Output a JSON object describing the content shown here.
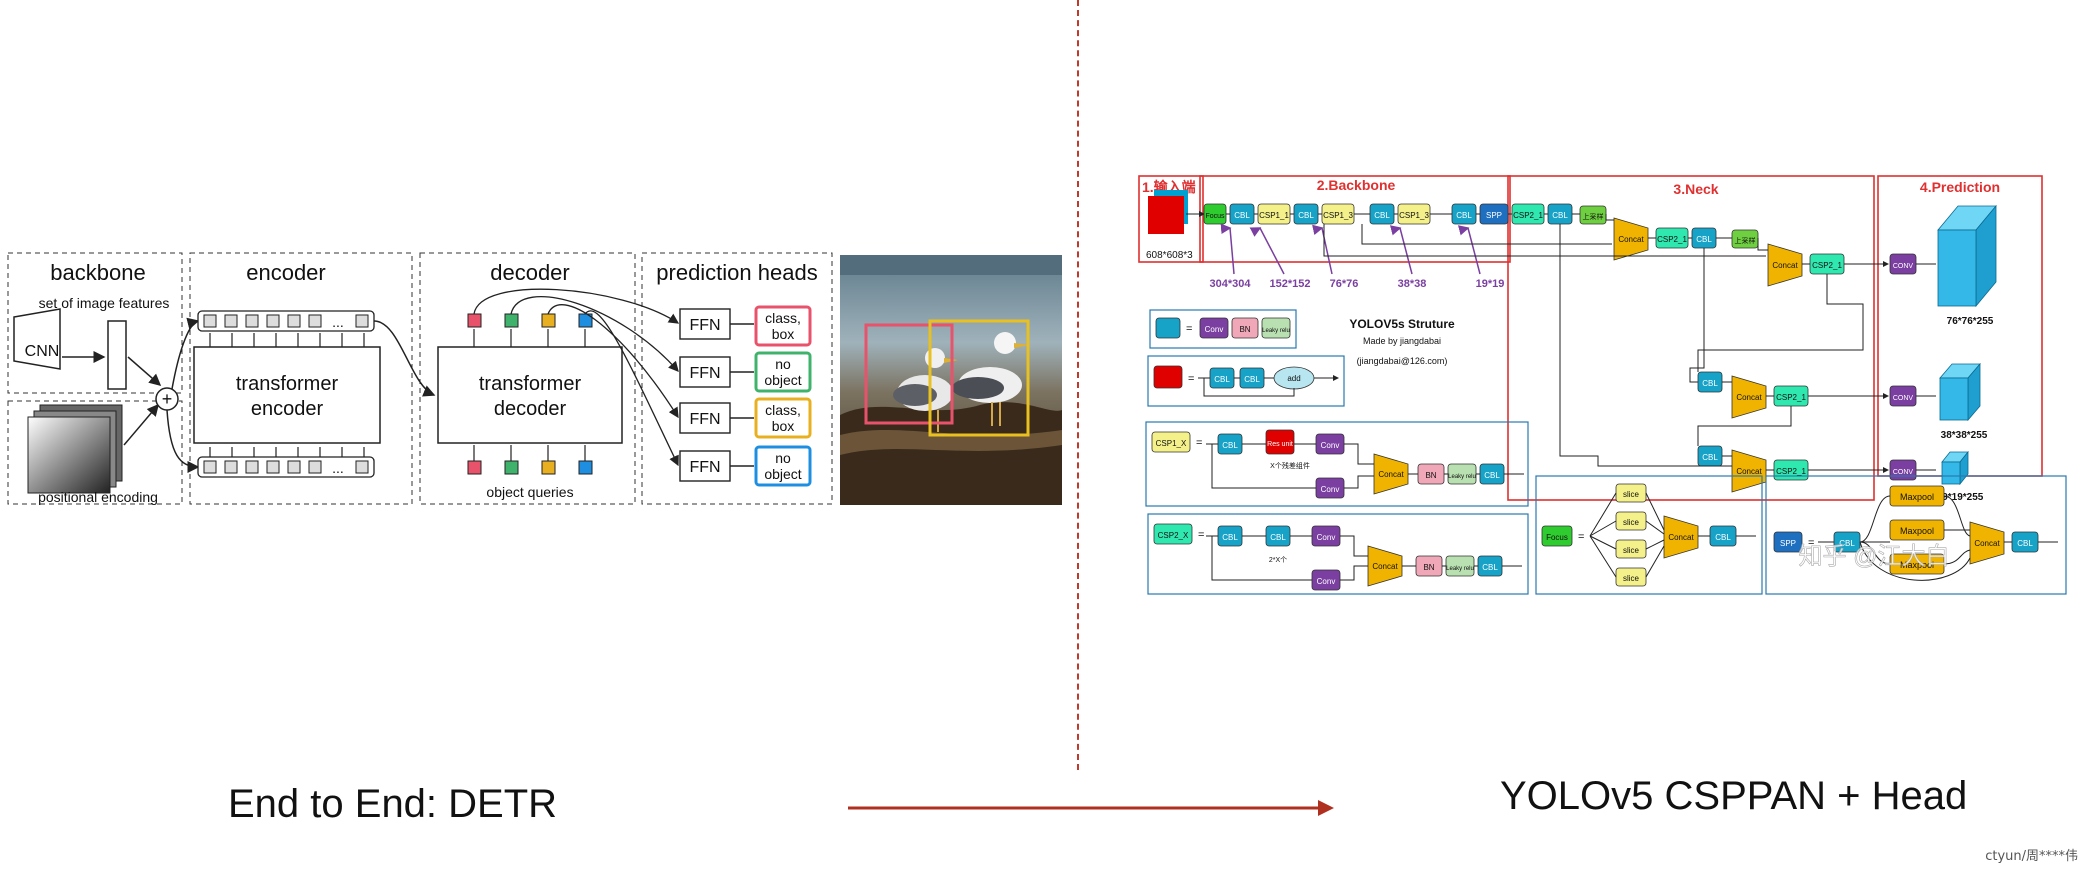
{
  "detr": {
    "sections": {
      "backbone": "backbone",
      "encoder": "encoder",
      "decoder": "decoder",
      "prediction_heads": "prediction heads"
    },
    "backbone": {
      "cnn": "CNN",
      "image_features": "set of image features",
      "positional_encoding": "positional encoding"
    },
    "encoder": {
      "line1": "transformer",
      "line2": "encoder",
      "ellipsis": "..."
    },
    "decoder": {
      "line1": "transformer",
      "line2": "decoder",
      "object_queries": "object queries"
    },
    "heads": {
      "ffn": "FFN",
      "outputs": [
        {
          "line1": "class,",
          "line2": "box",
          "color": "#e8526b"
        },
        {
          "line1": "no",
          "line2": "object",
          "color": "#3fb36b"
        },
        {
          "line1": "class,",
          "line2": "box",
          "color": "#e8b020"
        },
        {
          "line1": "no",
          "line2": "object",
          "color": "#1e8fe0"
        }
      ]
    },
    "query_colors": [
      "#e8526b",
      "#3fb36b",
      "#e8b020",
      "#1e8fe0"
    ]
  },
  "yolo": {
    "sections": {
      "input": "1.输入端",
      "backbone": "2.Backbone",
      "neck": "3.Neck",
      "prediction": "4.Prediction"
    },
    "input_size": "608*608*3",
    "backbone_blocks": [
      "Focus",
      "CBL",
      "CSP1_1",
      "CBL",
      "CSP1_3",
      "CBL",
      "CSP1_3",
      "CBL",
      "SPP"
    ],
    "sizes": [
      "304*304",
      "152*152",
      "76*76",
      "38*38",
      "19*19"
    ],
    "neck_blocks": [
      "CSP2_1",
      "CBL",
      "上采样",
      "Concat",
      "CSP2_1",
      "CBL",
      "上采样",
      "Concat",
      "CSP2_1"
    ],
    "conv": "CONV",
    "outputs": [
      "76*76*255",
      "38*38*255",
      "19*19*255"
    ],
    "title": "YOLOV5s Struture",
    "made_by": "Made by jiangdabai",
    "email": "(jiangdabai@126.com)",
    "legend": {
      "cbl": [
        "Conv",
        "BN",
        "Leaky relu"
      ],
      "res": [
        "CBL",
        "CBL",
        "add"
      ],
      "csp1": {
        "name": "CSP1_X",
        "res": "Res unit",
        "note": "X个残差组件",
        "blocks": [
          "CBL",
          "Conv",
          "Conv",
          "Concat",
          "BN",
          "Leaky relu",
          "CBL"
        ]
      },
      "csp2": {
        "name": "CSP2_X",
        "note": "2*X个",
        "blocks": [
          "CBL",
          "CBL",
          "Conv",
          "Conv",
          "Concat",
          "BN",
          "Leaky relu",
          "CBL"
        ]
      },
      "focus": {
        "name": "Focus",
        "slice": "slice",
        "concat": "Concat",
        "cbl": "CBL"
      },
      "spp": {
        "name": "SPP",
        "cbl": "CBL",
        "maxpool": "Maxpool",
        "concat": "Concat"
      }
    },
    "watermark": "知乎 @江大白"
  },
  "captions": {
    "left": "End to End: DETR",
    "right": "YOLOv5 CSPPAN + Head"
  },
  "footer": "ctyun/周****伟"
}
